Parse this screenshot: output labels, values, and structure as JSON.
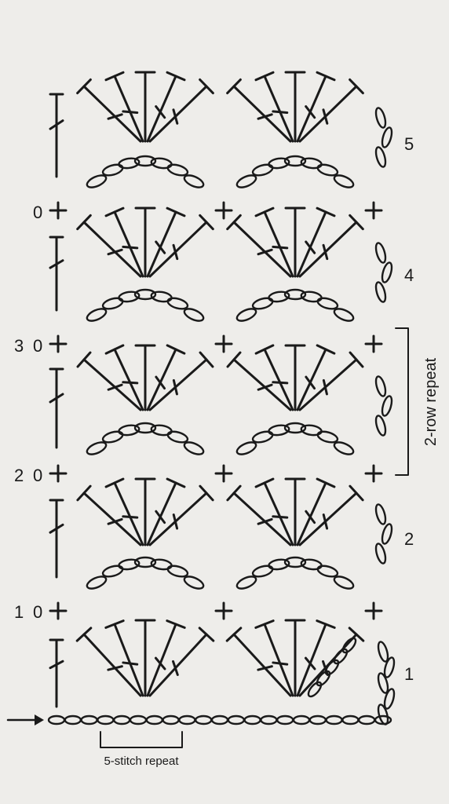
{
  "diagram": {
    "rows": [
      {
        "row": 1,
        "label": "1",
        "turning_chain": 5
      },
      {
        "row": 2,
        "label": "2",
        "turning_chain": 3
      },
      {
        "row": 3,
        "label": "",
        "turning_chain": 3
      },
      {
        "row": 4,
        "label": "4",
        "turning_chain": 3
      },
      {
        "row": 5,
        "label": "5",
        "turning_chain": 3
      }
    ],
    "left_side_labels": [
      {
        "text": "1",
        "row_after": 1
      },
      {
        "text": "2",
        "row_after": 2
      },
      {
        "text": "3",
        "row_after": 3
      }
    ],
    "boundary_marker": "0",
    "foundation_chain_count": 21,
    "fans_per_row": 2,
    "stitches_per_fan": 5,
    "stitch_repeat_label": "5-stitch repeat",
    "row_repeat_label": "2-row repeat",
    "colors": {
      "ink": "#1a1a1a",
      "background": "#eeedea"
    },
    "start_marker": "arrow-right-icon"
  }
}
